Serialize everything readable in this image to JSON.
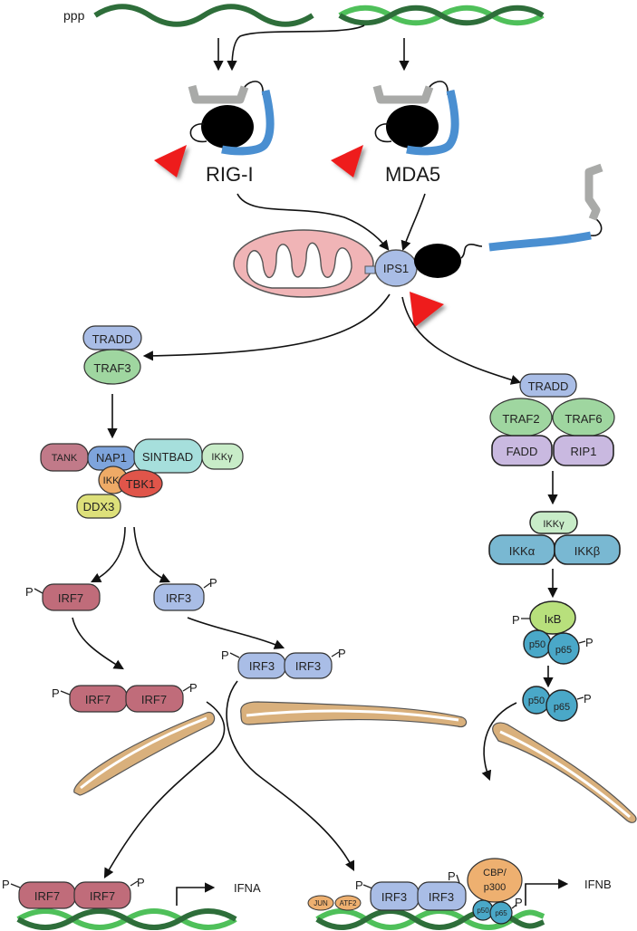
{
  "title": "RIG-I / MDA5 antiviral signaling pathway",
  "rna": {
    "ppp_label": "ppp"
  },
  "sensors": {
    "rig_i": "RIG-I",
    "mda5": "MDA5"
  },
  "adaptor": {
    "ips1": "IPS1"
  },
  "left_branch": {
    "tradd": "TRADD",
    "traf3": "TRAF3",
    "complex": {
      "tank": "TANK",
      "nap1": "NAP1",
      "sintbad": "SINTBAD",
      "ikkg": "IKKγ",
      "ikke": "IKKε",
      "tbk1": "TBK1",
      "ddx3": "DDX3"
    },
    "irf7": "IRF7",
    "irf3": "IRF3",
    "p": "P"
  },
  "right_branch": {
    "tradd": "TRADD",
    "traf2": "TRAF2",
    "traf6": "TRAF6",
    "fadd": "FADD",
    "rip1": "RIP1",
    "ikkg": "IKKγ",
    "ikka": "IKKα",
    "ikkb": "IKKβ",
    "ikb": "IκB",
    "p50": "p50",
    "p65": "p65",
    "p": "P"
  },
  "nucleus": {
    "ifna": "IFNA",
    "ifnb": "IFNB",
    "jun": "JUN",
    "atf2": "ATF2",
    "cbp": "CBP/",
    "p300": "p300",
    "irf3": "IRF3",
    "irf7": "IRF7",
    "p50": "p50",
    "p65": "p65",
    "p": "P"
  },
  "colors": {
    "rna_dark": "#2e6e3a",
    "rna_light": "#4fc05a",
    "helicase_gray": "#a9aaa8",
    "card_blue": "#4a8fd1",
    "mito_fill": "#f0b4b6",
    "ips1": "#a9bde6",
    "tradd": "#a9bde6",
    "traf": "#9fd6a0",
    "tank": "#c17a89",
    "nap1": "#7ea4dc",
    "sintbad": "#a6dfdc",
    "ikkg": "#c8ecc8",
    "ikke": "#eeaa66",
    "tbk1": "#e0554a",
    "ddx3": "#dde07a",
    "fadd": "#c9b9e0",
    "ikk": "#79b8d2",
    "ikb": "#b8e07c",
    "p50": "#4aa8c8",
    "irf7": "#c06c7a",
    "irf3": "#a9bde6",
    "er": "#d9b07c",
    "coactivator": "#eeb070",
    "red_marker": "#ee1c1c"
  }
}
